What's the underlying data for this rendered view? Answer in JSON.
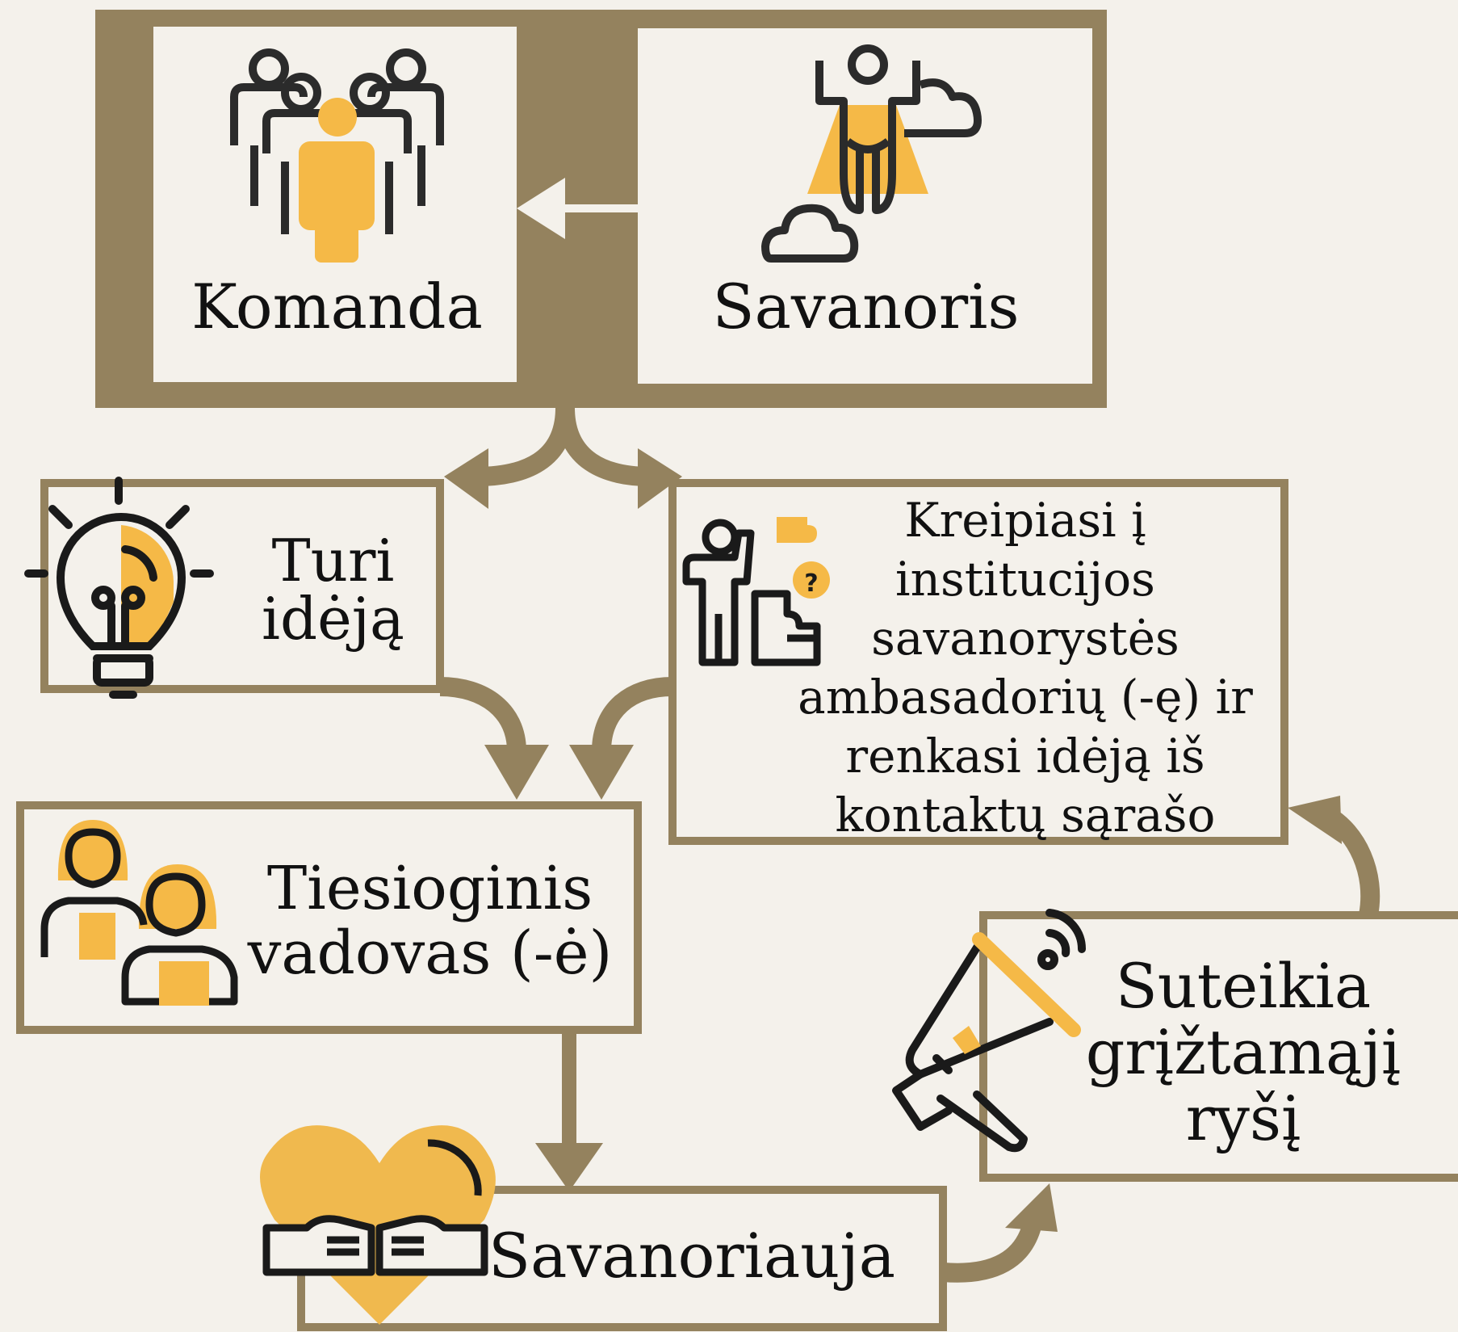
{
  "colors": {
    "background": "#f4f1eb",
    "frame": "#94825e",
    "box_fill": "#f4f1eb",
    "accent": "#f5b947",
    "icon_outline": "#1a1a1a",
    "text": "#111111"
  },
  "nodes": {
    "komanda": {
      "label": "Komanda",
      "icon": "team-people-icon"
    },
    "savanoris": {
      "label": "Savanoris",
      "icon": "superhero-volunteer-icon"
    },
    "turi_ideja": {
      "label": "Turi\nidėją",
      "icon": "lightbulb-idea-icon"
    },
    "kreipiasi": {
      "label": "Kreipiasi į\ninstitucijos\nsavanorystės\nambasadorių (-ę) ir\nrenkasi idėją iš\nkontaktų sąrašo",
      "icon": "person-puzzle-question-icon"
    },
    "tiesioginis": {
      "label": "Tiesioginis\nvadovas (-ė)",
      "icon": "managers-icon"
    },
    "savanoriauja": {
      "label": "Savanoriauja",
      "icon": "heart-handshake-icon"
    },
    "suteikia": {
      "label": "Suteikia\ngrįžtamąjį\nryšį",
      "icon": "megaphone-icon"
    }
  }
}
